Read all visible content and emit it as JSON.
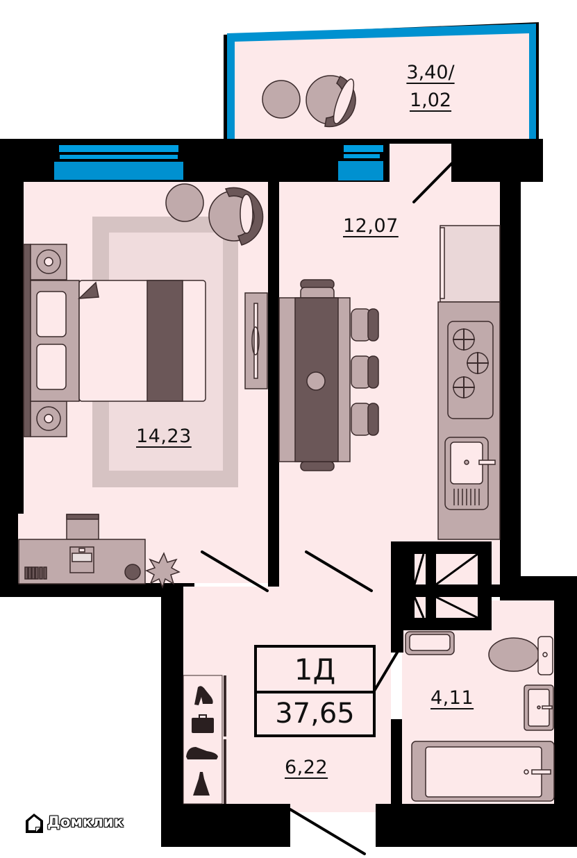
{
  "plan": {
    "apartment_type": "1Д",
    "total_area": "37,65",
    "colors": {
      "floor": "#fde9ea",
      "wall": "#000000",
      "window": "#0091d0",
      "furniture_light": "#c0aaab",
      "furniture_dark": "#6b5758",
      "rug_border": "#d6c3c3"
    }
  },
  "rooms": {
    "balcony": {
      "name": "balcony",
      "area_top": "3,40/",
      "area_bottom": "1,02"
    },
    "bedroom": {
      "name": "bedroom",
      "area": "14,23"
    },
    "kitchen": {
      "name": "kitchen",
      "area": "12,07"
    },
    "hallway": {
      "name": "hallway",
      "area": "6,22"
    },
    "bathroom": {
      "name": "bathroom",
      "area": "4,11"
    }
  },
  "branding": {
    "logo_text": "Домклик",
    "logo_icon": "house-logo-icon"
  }
}
